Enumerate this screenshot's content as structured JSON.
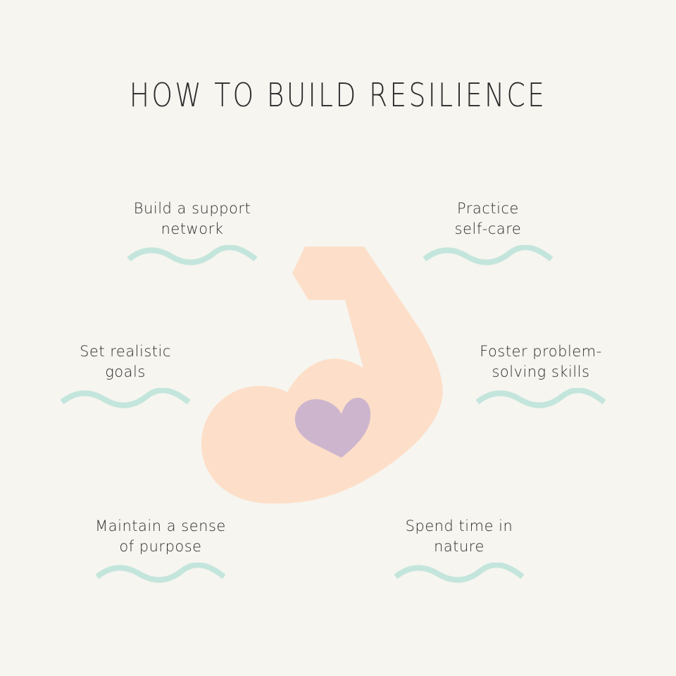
{
  "title": "HOW TO BUILD RESILIENCE",
  "colors": {
    "background": "#f6f5f0",
    "wave": "#c3e5dc",
    "arm": "#fddfc9",
    "heart": "#cdb6cd",
    "text": "#2e2e2e"
  },
  "tips": [
    {
      "id": "support-network",
      "lines": [
        "Build a support",
        "network"
      ]
    },
    {
      "id": "self-care",
      "lines": [
        "Practice",
        "self-care"
      ]
    },
    {
      "id": "realistic-goals",
      "lines": [
        "Set realistic",
        "goals"
      ]
    },
    {
      "id": "problem-solving",
      "lines": [
        "Foster problem-",
        "solving skills"
      ]
    },
    {
      "id": "sense-of-purpose",
      "lines": [
        "Maintain a sense",
        "of purpose"
      ]
    },
    {
      "id": "nature",
      "lines": [
        "Spend time in",
        "nature"
      ]
    }
  ],
  "illustration": {
    "icon": "flexed-arm-icon",
    "heart_icon": "heart-icon",
    "wave_icon": "wave-divider-icon"
  }
}
